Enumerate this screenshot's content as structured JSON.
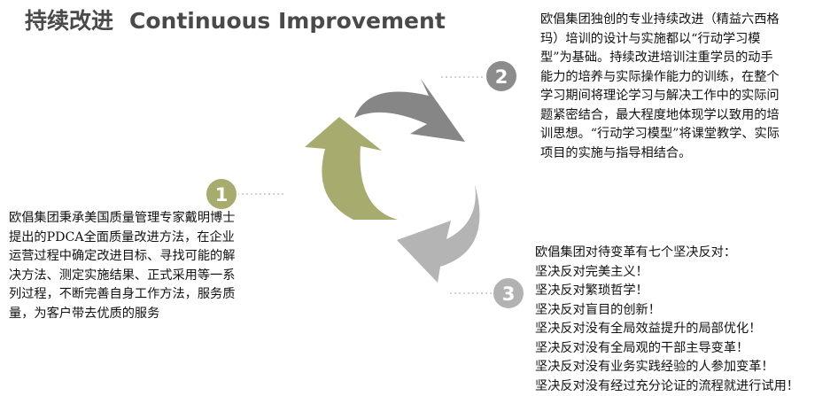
{
  "title": {
    "cn": "持续改进",
    "en": "Continuous Improvement"
  },
  "steps": [
    {
      "number": "1",
      "color": "#a8ab6e"
    },
    {
      "number": "2",
      "color": "#8c8c8c"
    },
    {
      "number": "3",
      "color": "#b2b2b2"
    }
  ],
  "arrows": {
    "olive": "#a8ab6e",
    "dark_gray": "#868686",
    "light_gray": "#b4b4b4"
  },
  "paragraph1": "欧倡集团秉承美国质量管理专家戴明博士提出的PDCA全面质量改进方法，在企业运营过程中确定改进目标、寻找可能的解决方法、测定实施结果、正式采用等一系列过程，不断完善自身工作方法，服务质量，为客户带去优质的服务",
  "paragraph2": "欧倡集团独创的专业持续改进（精益六西格玛）培训的设计与实施都以“行动学习模型”为基础。持续改进培训注重学员的动手能力的培养与实际操作能力的训练，在整个学习期间将理论学习与解决工作中的实际问题紧密结合，最大程度地体现学以致用的培训思想。“行动学习模型”将课堂教学、实际项目的实施与指导相结合。",
  "paragraph3": {
    "heading": "欧倡集团对待变革有七个坚决反对：",
    "items": [
      "坚决反对完美主义！",
      "坚决反对繁琐哲学！",
      "坚决反对盲目的创新！",
      "坚决反对没有全局效益提升的局部优化！",
      "坚决反对没有全局观的干部主导变革！",
      "坚决反对没有业务实践经验的人参加变革！",
      "坚决反对没有经过充分论证的流程就进行试用！"
    ]
  }
}
